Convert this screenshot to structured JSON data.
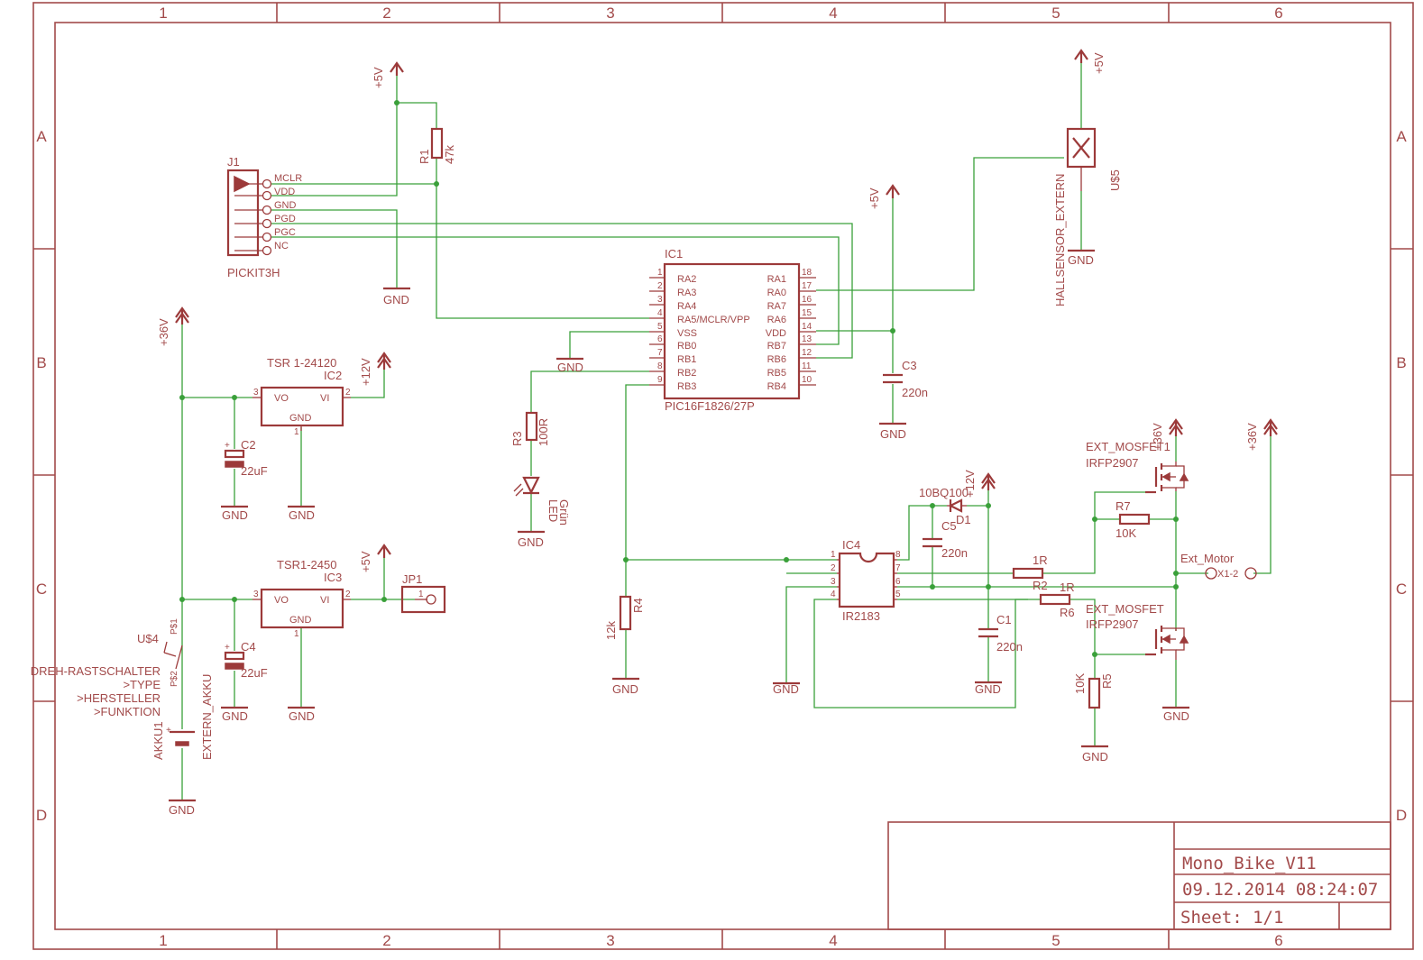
{
  "frame": {
    "columns": [
      "1",
      "2",
      "3",
      "4",
      "5",
      "6"
    ],
    "rows": [
      "A",
      "B",
      "C",
      "D"
    ]
  },
  "title_block": {
    "name": "Mono_Bike_V11",
    "datetime": "09.12.2014  08:24:07",
    "sheet": "Sheet: 1/1"
  },
  "labels": {
    "p5v_a": "+5V",
    "p5v_b": "+5V",
    "p5v_c": "+5V",
    "p5v_d": "+5V",
    "p12v_a": "+12V",
    "p12v_b": "+12V",
    "p36v_a": "+36V",
    "p36v_b": "+36V",
    "p36v_c": "+36V",
    "gnd": "GND",
    "r1": "R1",
    "r1_val": "47k",
    "r3": "R3",
    "r3_val": "100R",
    "r4": "R4",
    "r4_val": "12k",
    "r5": "R5",
    "r5_val": "10K",
    "r6": "R6",
    "r6_val": "1R",
    "r7": "R7",
    "r7_val": "10K",
    "r2": "R2",
    "r2_val": "1R",
    "c1": "C1",
    "c1_val": "220n",
    "c2": "C2",
    "c2_val": "22uF",
    "c3": "C3",
    "c3_val": "220n",
    "c4": "C4",
    "c4_val": "22uF",
    "c5": "C5",
    "c5_val": "220n",
    "d1": "D1",
    "d1_val": "10BQ100",
    "led": "LED",
    "led_val": "Grün",
    "j1": "J1",
    "j1_val": "PICKIT3H",
    "j1_pins": [
      "MCLR",
      "VDD",
      "GND",
      "PGD",
      "PGC",
      "NC"
    ],
    "ic1": "IC1",
    "ic1_val": "PIC16F1826/27P",
    "ic1_left": [
      "RA2",
      "RA3",
      "RA4",
      "RA5/MCLR/VPP",
      "VSS",
      "RB0",
      "RB1",
      "RB2",
      "RB3"
    ],
    "ic1_left_no": [
      "1",
      "2",
      "3",
      "4",
      "5",
      "6",
      "7",
      "8",
      "9"
    ],
    "ic1_right": [
      "RA1",
      "RA0",
      "RA7",
      "RA6",
      "VDD",
      "RB7",
      "RB6",
      "RB5",
      "RB4"
    ],
    "ic1_right_no": [
      "18",
      "17",
      "16",
      "15",
      "14",
      "13",
      "12",
      "11",
      "10"
    ],
    "ic2": "IC2",
    "ic2_val": "TSR 1-24120",
    "ic3": "IC3",
    "ic3_val": "TSR1-2450",
    "reg_vo": "VO",
    "reg_vi": "VI",
    "reg_gnd": "GND",
    "pin1": "1",
    "pin2": "2",
    "pin3": "3",
    "pin4": "4",
    "pin5": "5",
    "pin6": "6",
    "pin7": "7",
    "pin8": "8",
    "ic4": "IC4",
    "ic4_val": "IR2183",
    "jp1": "JP1",
    "u5": "U$5",
    "u5_val": "HALLSENSOR_EXTERN",
    "u4": "U$4",
    "u4_ps1": "P$1",
    "u4_ps2": "P$2",
    "switch_lines": [
      "DREH-RASTSCHALTER",
      ">TYPE",
      ">HERSTELLER",
      ">FUNKTION"
    ],
    "akku": "AKKU1",
    "akku_val": "EXTERN_AKKU",
    "mosfet1": "EXT_MOSFET1",
    "mosfet1_val": "IRFP2907",
    "mosfet2": "EXT_MOSFET",
    "mosfet2_val": "IRFP2907",
    "motor": "Ext_Motor",
    "motor_pin": "X1-2"
  }
}
